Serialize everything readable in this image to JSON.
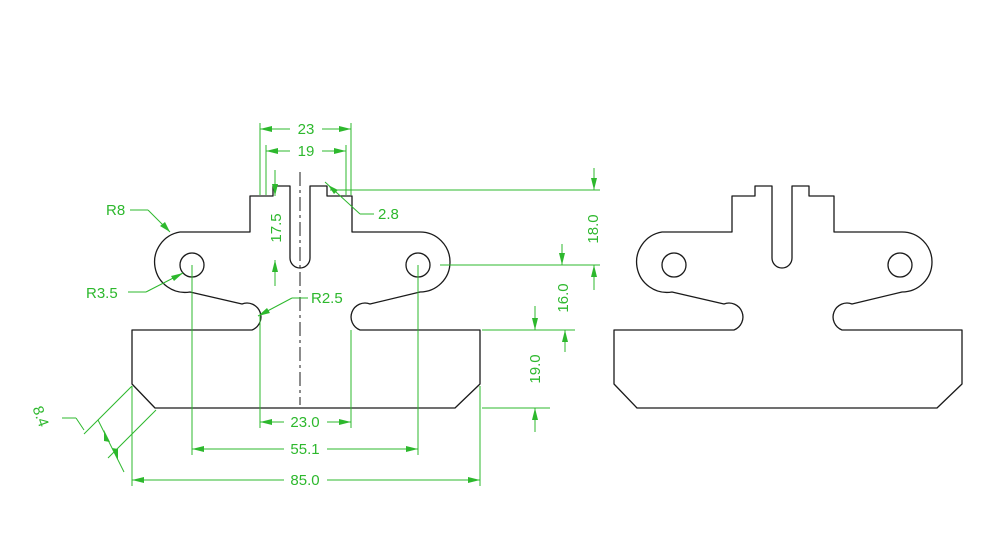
{
  "dimensions": {
    "top_width": "23",
    "slot_outer": "19",
    "slot_depth": "17.5",
    "slot_width": "2.8",
    "height_18": "18.0",
    "height_16": "16.0",
    "height_19": "19.0",
    "inner_width": "23.0",
    "hole_spacing": "55.1",
    "total_width": "85.0",
    "radius_8": "R8",
    "radius_35": "R3.5",
    "radius_25": "R2.5",
    "chamfer": "8.4"
  },
  "colors": {
    "part": "#1a1a1a",
    "dimension": "#2db82d",
    "background": "#ffffff"
  }
}
